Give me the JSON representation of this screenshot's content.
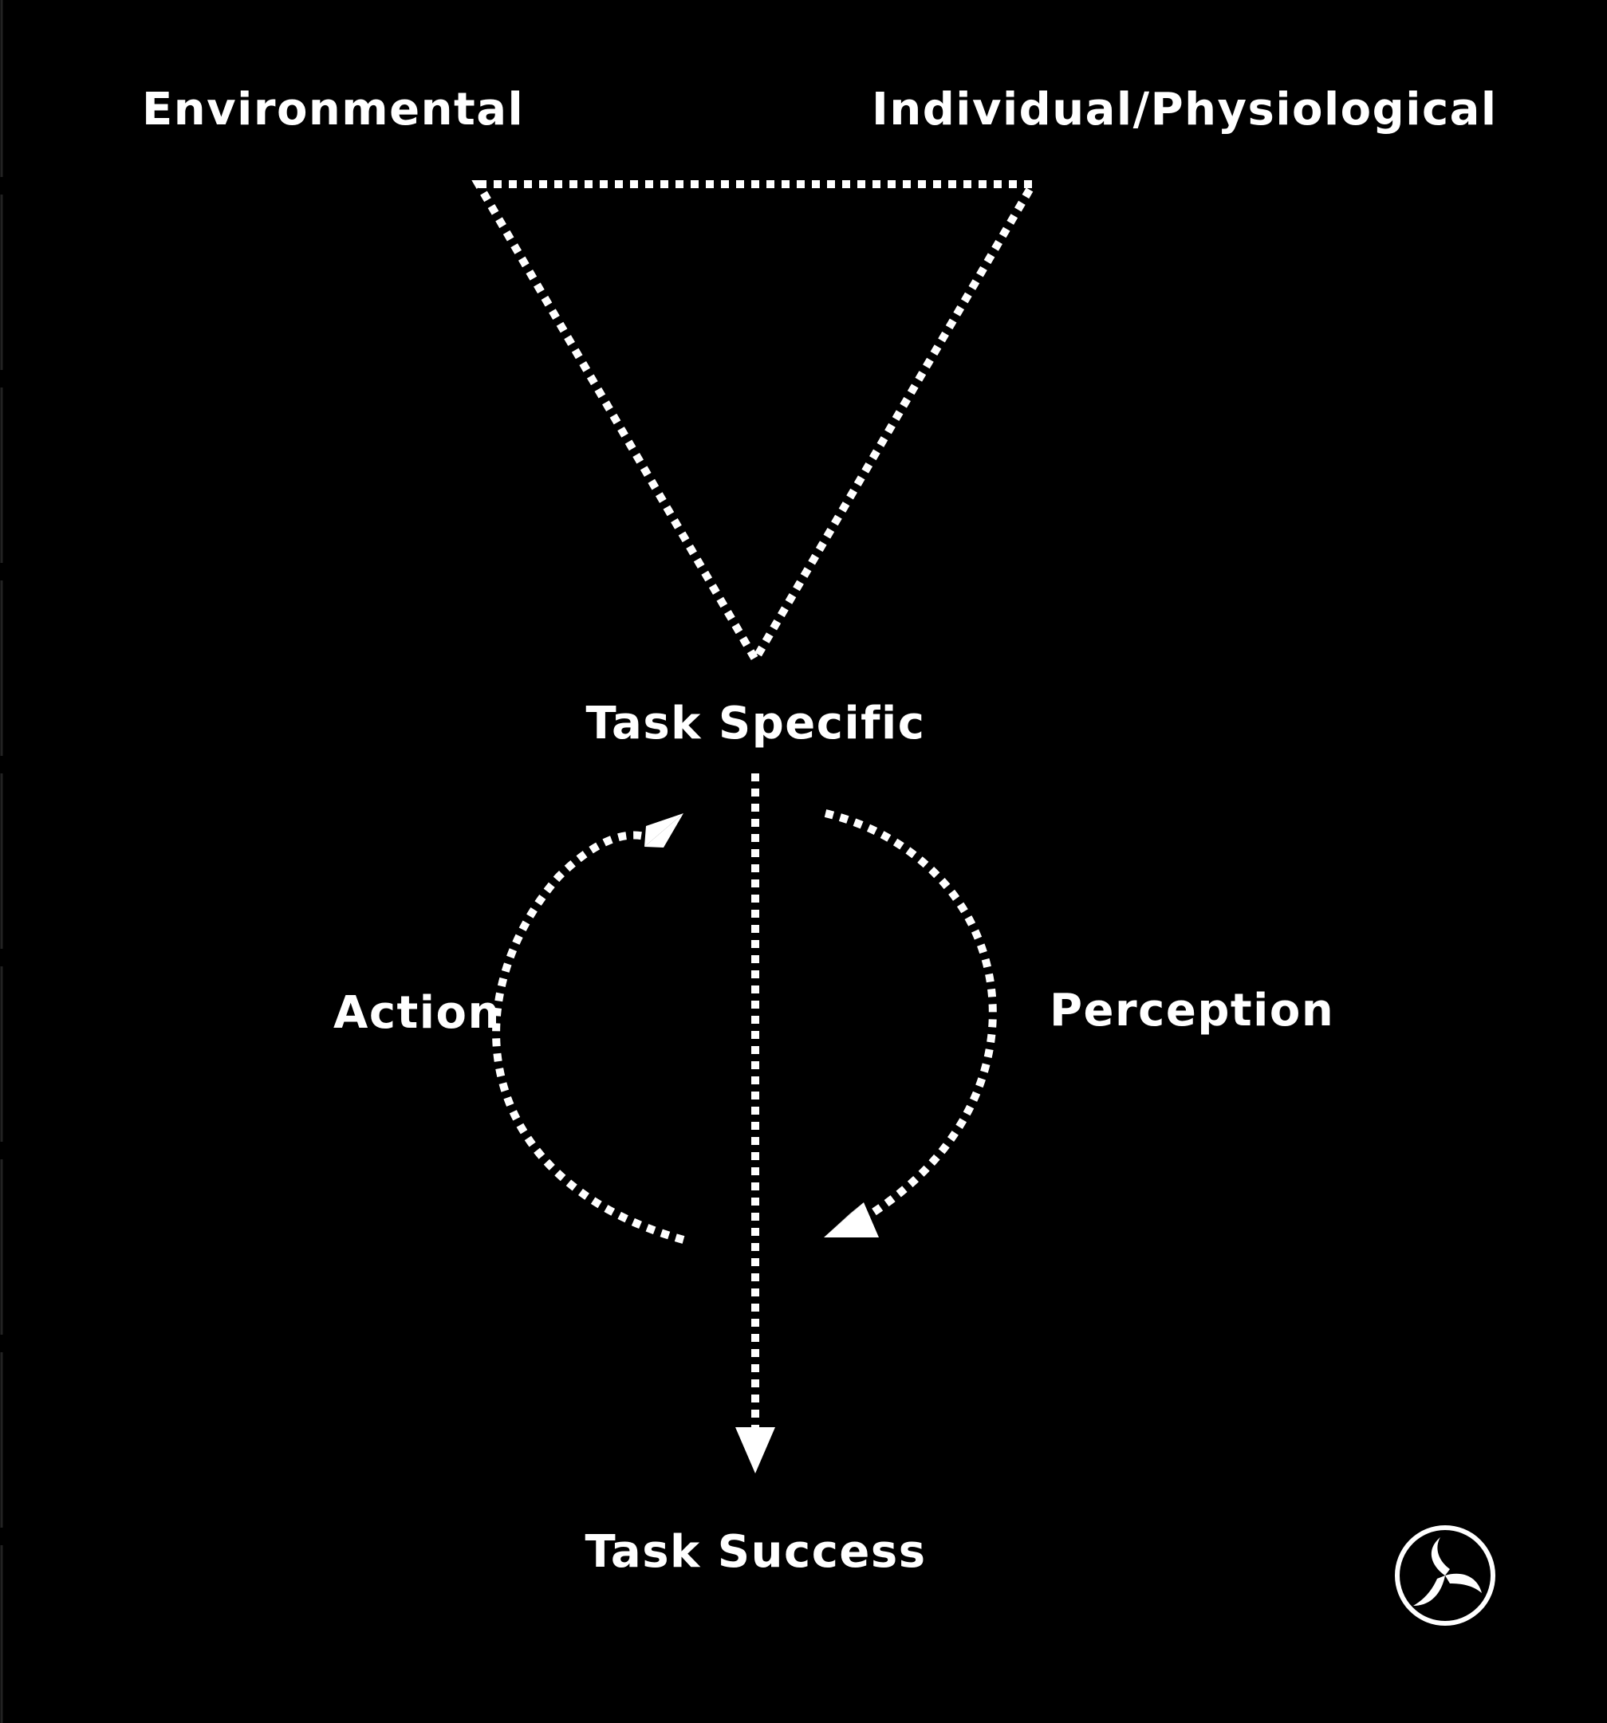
{
  "diagram": {
    "labels": {
      "environmental": "Environmental",
      "individual": "Individual/Physiological",
      "task_specific": "Task Specific",
      "action": "Action",
      "perception": "Perception",
      "task_success": "Task Success"
    },
    "colors": {
      "background": "#000000",
      "foreground": "#ffffff"
    },
    "icons": {
      "logo": "spiral-logo-icon",
      "action_arrow": "curved-dotted-arrow-icon",
      "perception_arrow": "curved-dotted-arrow-icon",
      "main_arrow": "dotted-down-arrow-icon"
    }
  }
}
